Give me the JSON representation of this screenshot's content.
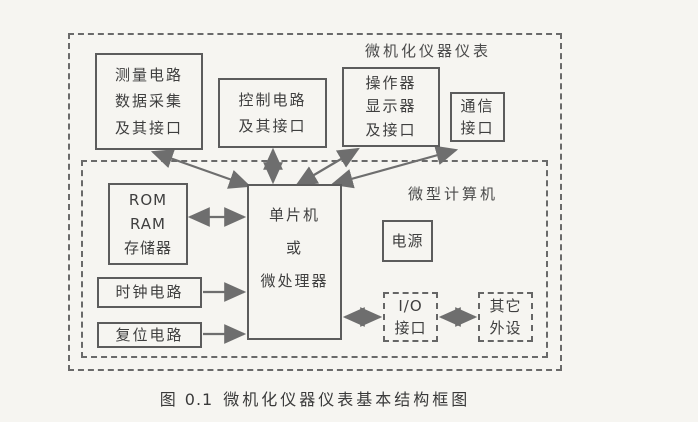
{
  "figure": {
    "outer_region_label": "微机化仪器仪表",
    "inner_region_label": "微型计算机",
    "caption_prefix": "图",
    "caption_number": "0.1",
    "caption_title": "微机化仪器仪表基本结构框图"
  },
  "blocks": {
    "measure": {
      "lines": [
        "测量电路",
        "数据采集",
        "及其接口"
      ]
    },
    "control": {
      "lines": [
        "控制电路",
        "及其接口"
      ]
    },
    "operator": {
      "lines": [
        "操作器",
        "显示器",
        "及接口"
      ]
    },
    "comm": {
      "lines": [
        "通信",
        "接口"
      ]
    },
    "rom": {
      "lines": [
        "ROM",
        "RAM",
        "存储器"
      ]
    },
    "clock": {
      "lines": [
        "时钟电路"
      ]
    },
    "reset": {
      "lines": [
        "复位电路"
      ]
    },
    "cpu": {
      "lines": [
        "单片机",
        "或",
        "微处理器"
      ]
    },
    "power": {
      "lines": [
        "电源"
      ]
    },
    "io": {
      "lines": [
        "I/O",
        "接口"
      ]
    },
    "peripherals": {
      "lines": [
        "其它",
        "外设"
      ]
    }
  },
  "connections": [
    {
      "from": "测量电路数据采集及其接口",
      "to": "单片机或微处理器",
      "bidirectional": true
    },
    {
      "from": "控制电路及其接口",
      "to": "单片机或微处理器",
      "bidirectional": true
    },
    {
      "from": "操作器显示器及接口",
      "to": "单片机或微处理器",
      "bidirectional": true
    },
    {
      "from": "通信接口",
      "to": "单片机或微处理器",
      "bidirectional": true
    },
    {
      "from": "ROM RAM 存储器",
      "to": "单片机或微处理器",
      "bidirectional": true
    },
    {
      "from": "时钟电路",
      "to": "单片机或微处理器",
      "bidirectional": false
    },
    {
      "from": "复位电路",
      "to": "单片机或微处理器",
      "bidirectional": false
    },
    {
      "from": "单片机或微处理器",
      "to": "I/O接口",
      "bidirectional": true
    },
    {
      "from": "I/O接口",
      "to": "其它外设",
      "bidirectional": true
    }
  ],
  "colors": {
    "background": "#f6f5f1",
    "line": "#5c5c5c",
    "arrow": "#6e6e6e",
    "text": "#3f3f3f"
  }
}
